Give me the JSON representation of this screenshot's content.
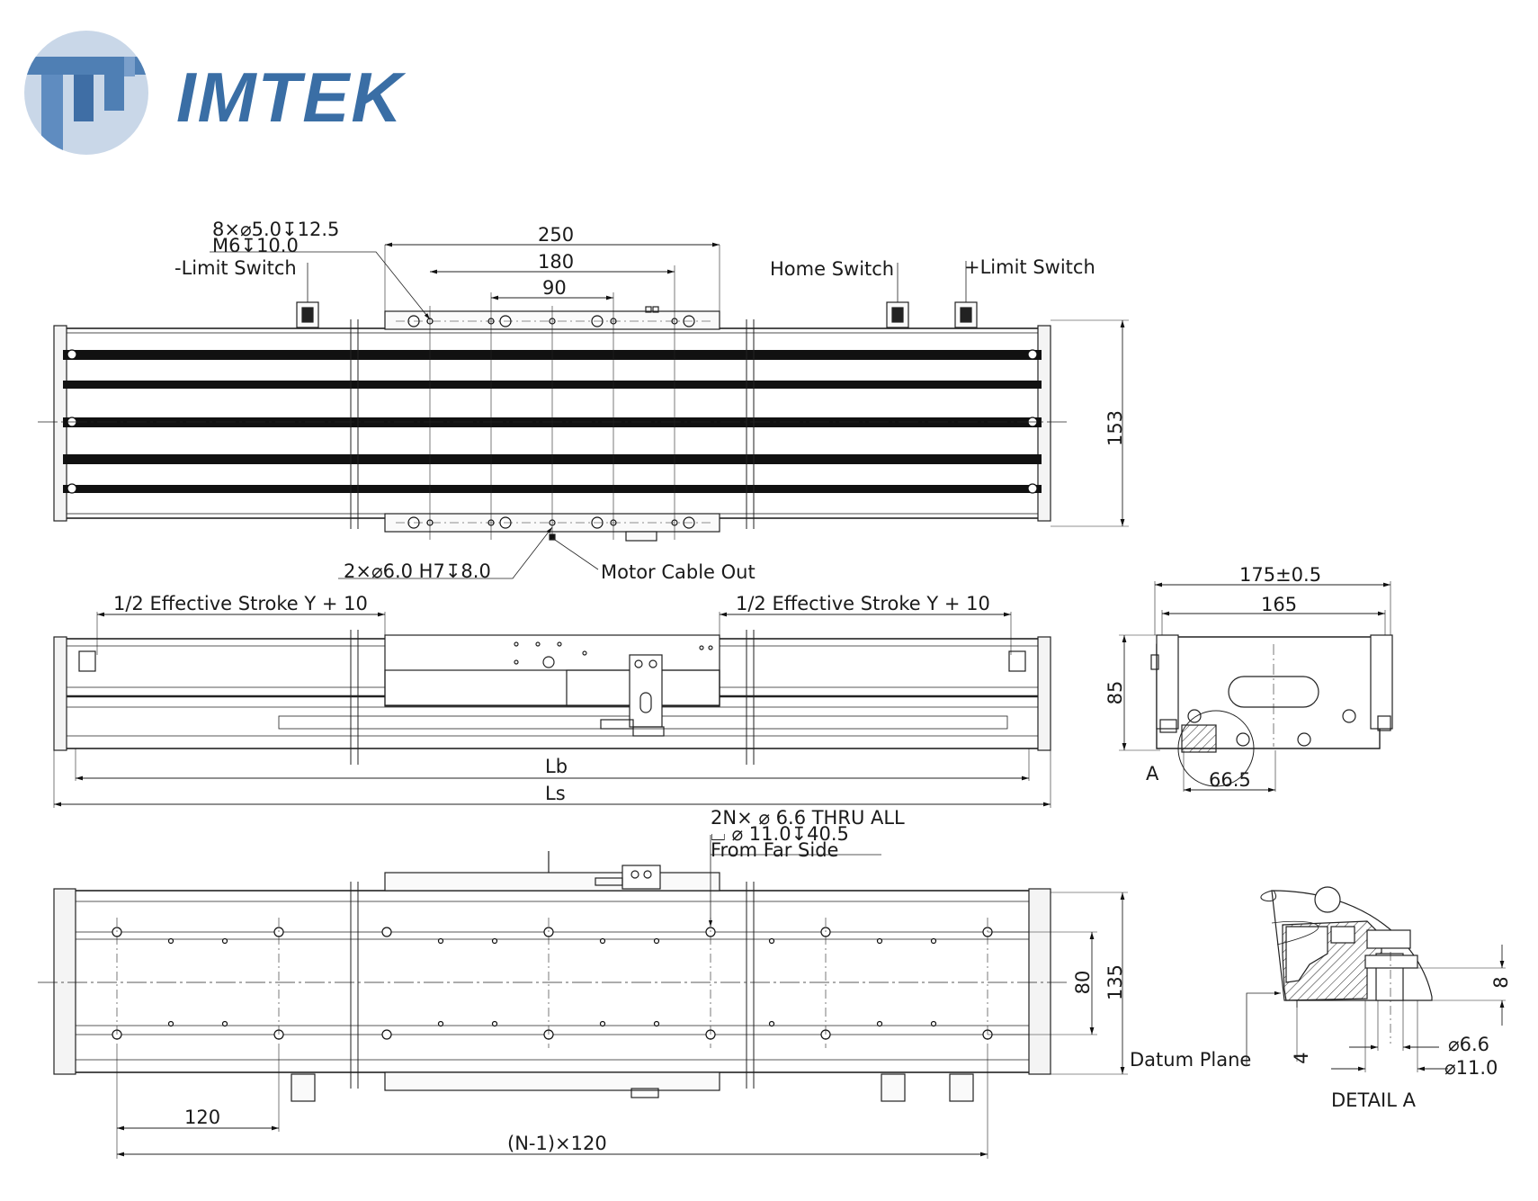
{
  "brand": {
    "name": "IMTEK"
  },
  "top_view": {
    "hole_spec_line1": "8×⌀5.0↧12.5",
    "hole_spec_line2": "M6↧10.0",
    "minus_limit_switch": "-Limit Switch",
    "home_switch": "Home Switch",
    "plus_limit_switch": "+Limit Switch",
    "dim_outer": "250",
    "dim_middle": "180",
    "dim_inner": "90",
    "dim_height": "153",
    "pin_spec": "2×⌀6.0 H7↧8.0",
    "motor_cable": "Motor Cable Out"
  },
  "side_view": {
    "stroke_left": "1/2 Effective Stroke Y + 10",
    "stroke_right": "1/2 Effective Stroke Y + 10",
    "dim_lb": "Lb",
    "dim_ls": "Ls"
  },
  "end_view": {
    "dim_width_tol": "175±0.5",
    "dim_width": "165",
    "dim_height": "85",
    "dim_offset": "66.5",
    "detail_callout": "A"
  },
  "bottom_view": {
    "hole_spec_line1": "2N× ⌀ 6.6 THRU ALL",
    "hole_spec_line2": "⌴ ⌀ 11.0↧40.5",
    "hole_spec_line3": "From Far Side",
    "dim_rail_spacing": "80",
    "dim_height": "135",
    "dim_pitch": "120",
    "dim_span": "(N-1)×120",
    "datum_plane": "Datum Plane"
  },
  "detail_a": {
    "title": "DETAIL A",
    "dim_8": "8",
    "dim_4": "4",
    "dim_hole": "⌀6.6",
    "dim_cbore": "⌀11.0"
  }
}
